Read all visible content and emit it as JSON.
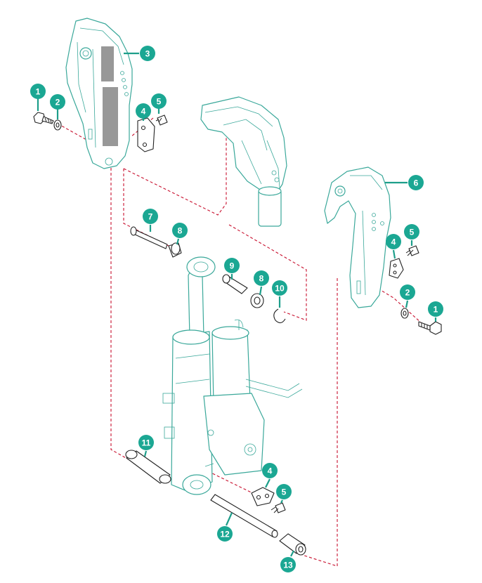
{
  "colors": {
    "callout": "#1ba793",
    "dash": "#c8102e",
    "part": "#3aa89a",
    "hardware": "#222222"
  },
  "callouts": [
    {
      "id": "c1a",
      "label": "1"
    },
    {
      "id": "c2a",
      "label": "2"
    },
    {
      "id": "c3",
      "label": "3"
    },
    {
      "id": "c4a",
      "label": "4"
    },
    {
      "id": "c5a",
      "label": "5"
    },
    {
      "id": "c6",
      "label": "6"
    },
    {
      "id": "c7",
      "label": "7"
    },
    {
      "id": "c8a",
      "label": "8"
    },
    {
      "id": "c9",
      "label": "9"
    },
    {
      "id": "c8b",
      "label": "8"
    },
    {
      "id": "c10",
      "label": "10"
    },
    {
      "id": "c5b",
      "label": "5"
    },
    {
      "id": "c4b",
      "label": "4"
    },
    {
      "id": "c2b",
      "label": "2"
    },
    {
      "id": "c1b",
      "label": "1"
    },
    {
      "id": "c11",
      "label": "11"
    },
    {
      "id": "c4c",
      "label": "4"
    },
    {
      "id": "c5c",
      "label": "5"
    },
    {
      "id": "c12",
      "label": "12"
    },
    {
      "id": "c13",
      "label": "13"
    }
  ]
}
